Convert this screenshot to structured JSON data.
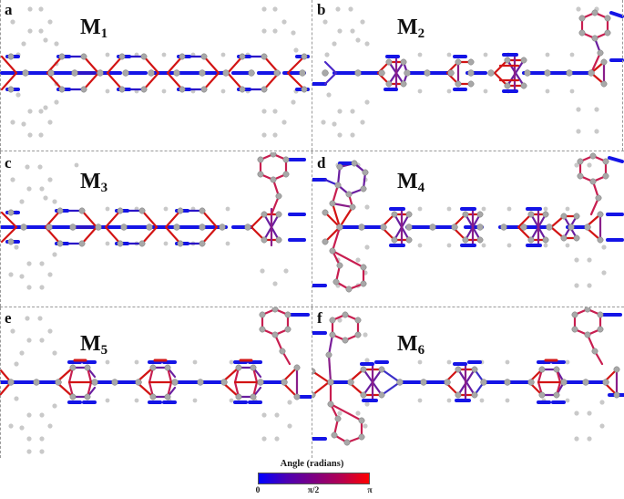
{
  "figure": {
    "type": "molecular-structure-grid",
    "rows": 2,
    "columns": 2,
    "panel_count": 6,
    "background_color": "#ffffff",
    "divider_color": "#9a9a9a"
  },
  "panels": [
    {
      "letter": "a",
      "molecule_label": "M",
      "molecule_index": "1",
      "description": "linear polymer chain with five repeating hexagonal-ring units along a horizontal backbone",
      "repeat_units": 5,
      "has_side_branch": false
    },
    {
      "letter": "b",
      "molecule_label": "M",
      "molecule_index": "2",
      "description": "linear chain with fused bicyclic units and a hexagonal ring branch at the right terminus",
      "repeat_units": 4,
      "has_side_branch": true
    },
    {
      "letter": "c",
      "molecule_label": "M",
      "molecule_index": "3",
      "description": "linear chain of five ring units with a pendant hexagonal ring at upper right",
      "repeat_units": 5,
      "has_side_branch": true
    },
    {
      "letter": "d",
      "molecule_label": "M",
      "molecule_index": "4",
      "description": "linear chain with dense fused units and hexagonal ring branches at upper left and lower left",
      "repeat_units": 5,
      "has_side_branch": true
    },
    {
      "letter": "e",
      "molecule_label": "M",
      "molecule_index": "5",
      "description": "linear chain of four dense hexagonal cage units with a hexagonal ring branch at upper right",
      "repeat_units": 4,
      "has_side_branch": true
    },
    {
      "letter": "f",
      "molecule_label": "M",
      "molecule_index": "6",
      "description": "linear chain with mixed ring units and hexagonal ring branches at upper left and lower left",
      "repeat_units": 4,
      "has_side_branch": true
    }
  ],
  "colorbar": {
    "title": "Angle (radians)",
    "min_color": "#0000ff",
    "mid_color": "#7d0082",
    "max_color": "#ff0000",
    "ticks": [
      {
        "label": "0",
        "position_pct": 0
      },
      {
        "label": "π/2",
        "position_pct": 50
      },
      {
        "label": "π",
        "position_pct": 100
      }
    ]
  },
  "chart_data": {
    "type": "heatmap",
    "title": "Angle (radians)",
    "xlabel": "",
    "ylabel": "",
    "colormap": "blue-purple-red",
    "colorbar_range": [
      0,
      3.14159
    ],
    "colorbar_ticks": [
      0,
      1.5708,
      3.14159
    ],
    "colorbar_tick_labels": [
      "0",
      "π/2",
      "π"
    ],
    "legend_position": "bottom-center",
    "grid": false,
    "description": "Six polymer chain structures M1-M6 with interatomic bonds colored by bond angle in radians; blue denotes 0, purple denotes pi/2, red denotes pi."
  }
}
